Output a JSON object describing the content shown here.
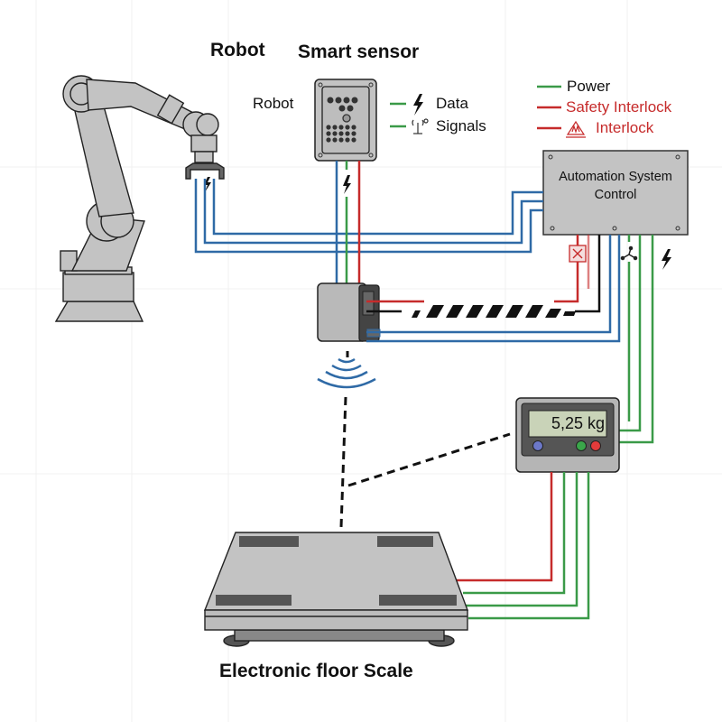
{
  "titles": {
    "robot": "Robot",
    "smart_sensor": "Smart sensor",
    "floor_scale": "Electronic floor Scale"
  },
  "sensor_legend": {
    "robot_label": "Robot",
    "data_label": "Data",
    "signals_label": "Signals",
    "data_icon": "lightning-icon",
    "signals_icon": "antenna-icon"
  },
  "legend": {
    "items": [
      {
        "label": "Power",
        "color": "#3a9a48"
      },
      {
        "label": "Safety Interlock",
        "color": "#c62b2b"
      },
      {
        "label": "Interlock",
        "color": "#c62b2b",
        "icon": "warning-hand-icon"
      }
    ]
  },
  "controller": {
    "title_line1": "Automation System",
    "title_line2": "Control"
  },
  "indicator": {
    "display_value": "5,25 kg",
    "buttons": [
      {
        "name": "blue",
        "color": "#6c78c9"
      },
      {
        "name": "green",
        "color": "#3aa64a"
      },
      {
        "name": "red",
        "color": "#e23b3b"
      }
    ]
  },
  "colors": {
    "data_line": "#2f6aa6",
    "power_line": "#3a9a48",
    "interlock_line": "#c62b2b",
    "device_fill": "#c3c3c3",
    "device_dark": "#5a5a5a",
    "display_fill": "#c9d3b8"
  }
}
